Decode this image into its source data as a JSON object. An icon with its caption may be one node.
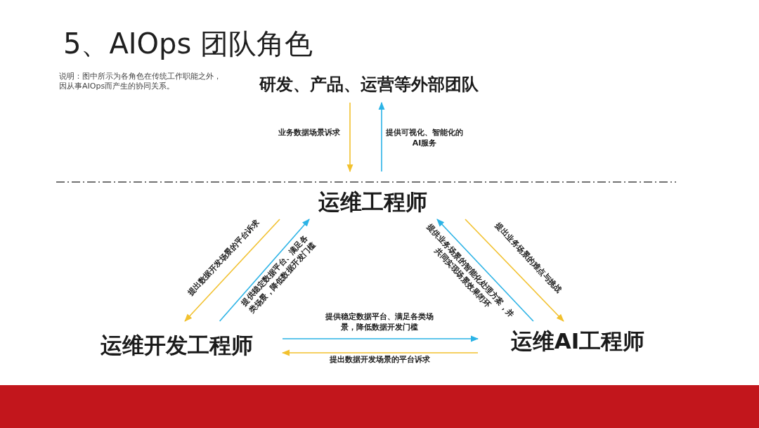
{
  "diagram": {
    "title": "5、AIOps 团队角色",
    "nodes": [
      {
        "text": [
          "研发、产品、运营等外部团队"
        ]
      },
      {
        "text": [
          "运维工程师"
        ]
      },
      {
        "text": [
          "运维开发工程师"
        ]
      },
      {
        "text": [
          "运维AI工程师"
        ]
      }
    ],
    "edges": [
      {
        "from": 0,
        "to": 1,
        "arrow": "to",
        "label": "业务数据场景诉求",
        "color": "#f2c12e"
      },
      {
        "from": 1,
        "to": 0,
        "arrow": "to",
        "label": "提供可视化、智能化的AI服务",
        "color": "#2bb3e6"
      },
      {
        "from": 1,
        "to": 2,
        "arrow": "to",
        "label": "提出数据开发场景的平台诉求",
        "color": "#f2c12e"
      },
      {
        "from": 2,
        "to": 1,
        "arrow": "to",
        "label": "提供稳定数据平台、满足各类场景，降低数据开发门槛",
        "color": "#2bb3e6"
      },
      {
        "from": 3,
        "to": 1,
        "arrow": "to",
        "label": "提供业务场景的智能化处理方案，并共同实现场景效果闭环",
        "color": "#2bb3e6"
      },
      {
        "from": 1,
        "to": 3,
        "arrow": "to",
        "label": "提出业务场景的难点与挑战",
        "color": "#f2c12e"
      },
      {
        "from": 2,
        "to": 3,
        "arrow": "to",
        "label": "提供稳定数据平台、满足各类场景，降低数据开发门槛",
        "color": "#2bb3e6"
      },
      {
        "from": 3,
        "to": 2,
        "arrow": "to",
        "label": "提出数据开发场景的平台诉求",
        "color": "#f2c12e"
      }
    ],
    "labels": [
      "说明：图中所示为各角色在传统工作职能之外，因从事AIOps而产生的协同关系。"
    ]
  }
}
